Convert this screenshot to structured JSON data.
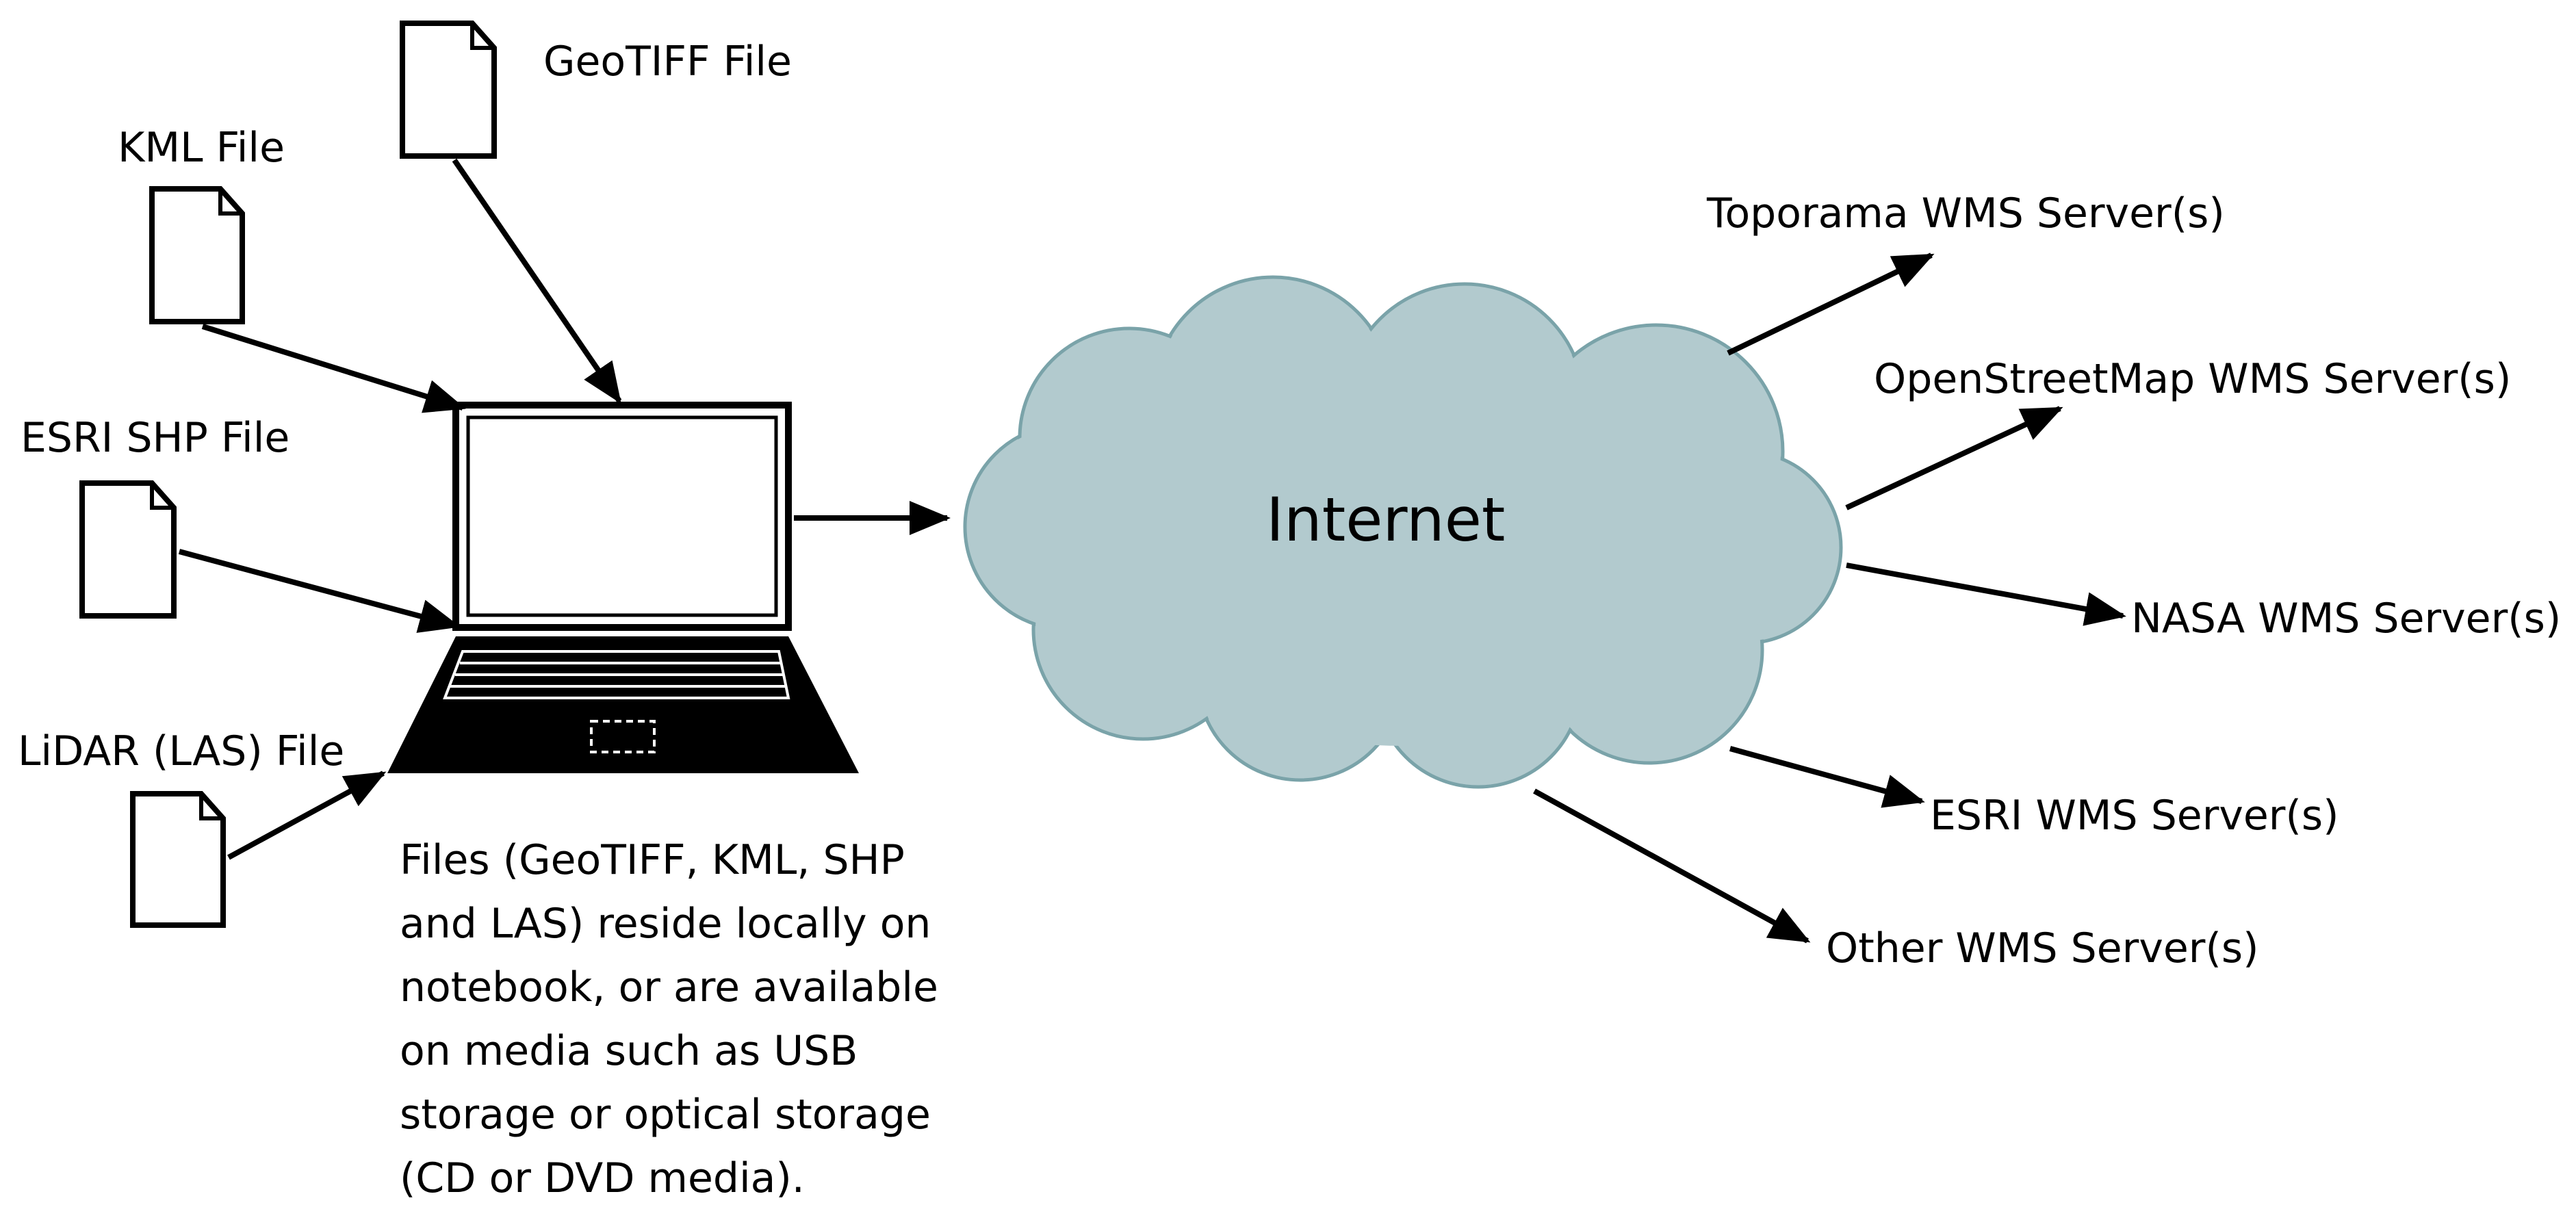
{
  "files": {
    "geotiff": "GeoTIFF File",
    "kml": "KML File",
    "esri_shp": "ESRI SHP File",
    "lidar": "LiDAR (LAS) File"
  },
  "cloud_label": "Internet",
  "description_lines": [
    "Files (GeoTIFF, KML, SHP",
    "and LAS) reside locally on",
    "notebook, or are available",
    "on media such as USB",
    "storage or optical storage",
    "(CD or DVD media)."
  ],
  "servers": {
    "toporama": "Toporama WMS Server(s)",
    "openstreetmap": "OpenStreetMap WMS Server(s)",
    "nasa": "NASA WMS Server(s)",
    "esri": "ESRI WMS Server(s)",
    "other": "Other WMS Server(s)"
  },
  "colors": {
    "cloud_fill": "#b2cace",
    "cloud_stroke": "#7aa3a9",
    "line": "#000000"
  }
}
